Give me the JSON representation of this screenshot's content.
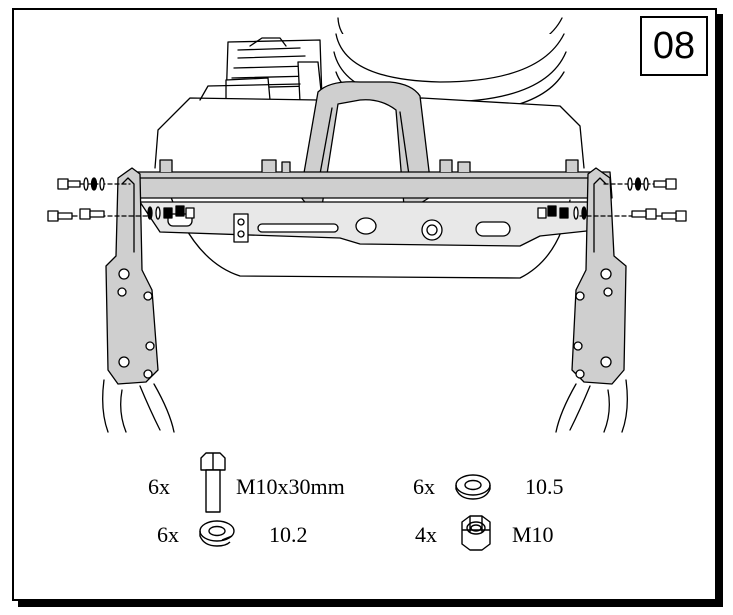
{
  "step": {
    "number": "08"
  },
  "parts": [
    {
      "qty": "6x",
      "icon": "bolt-icon",
      "spec": "M10x30mm"
    },
    {
      "qty": "6x",
      "icon": "flat-washer-icon",
      "spec": "10.5"
    },
    {
      "qty": "6x",
      "icon": "spring-washer-icon",
      "spec": "10.2"
    },
    {
      "qty": "4x",
      "icon": "hex-nut-icon",
      "spec": "M10"
    }
  ]
}
